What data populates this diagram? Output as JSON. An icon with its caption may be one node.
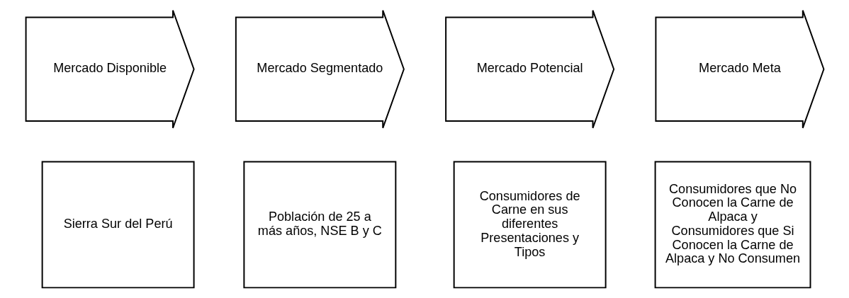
{
  "diagram": {
    "nodes": [
      {
        "text": [
          "Mercado Disponible"
        ]
      },
      {
        "text": [
          "Mercado Segmentado"
        ]
      },
      {
        "text": [
          "Mercado Potencial"
        ]
      },
      {
        "text": [
          "Mercado Meta"
        ]
      },
      {
        "text": [
          "Sierra Sur del Perú"
        ]
      },
      {
        "text": [
          "Población de 25 a más años, NSE B y C"
        ]
      },
      {
        "text": [
          "Consumidores de Carne en sus diferentes Presentaciones y Tipos"
        ]
      },
      {
        "text": [
          "Consumidores que No Conocen la Carne de Alpaca y Consumidores que Si Conocen la Carne de Alpaca y No Consumen"
        ]
      }
    ]
  }
}
